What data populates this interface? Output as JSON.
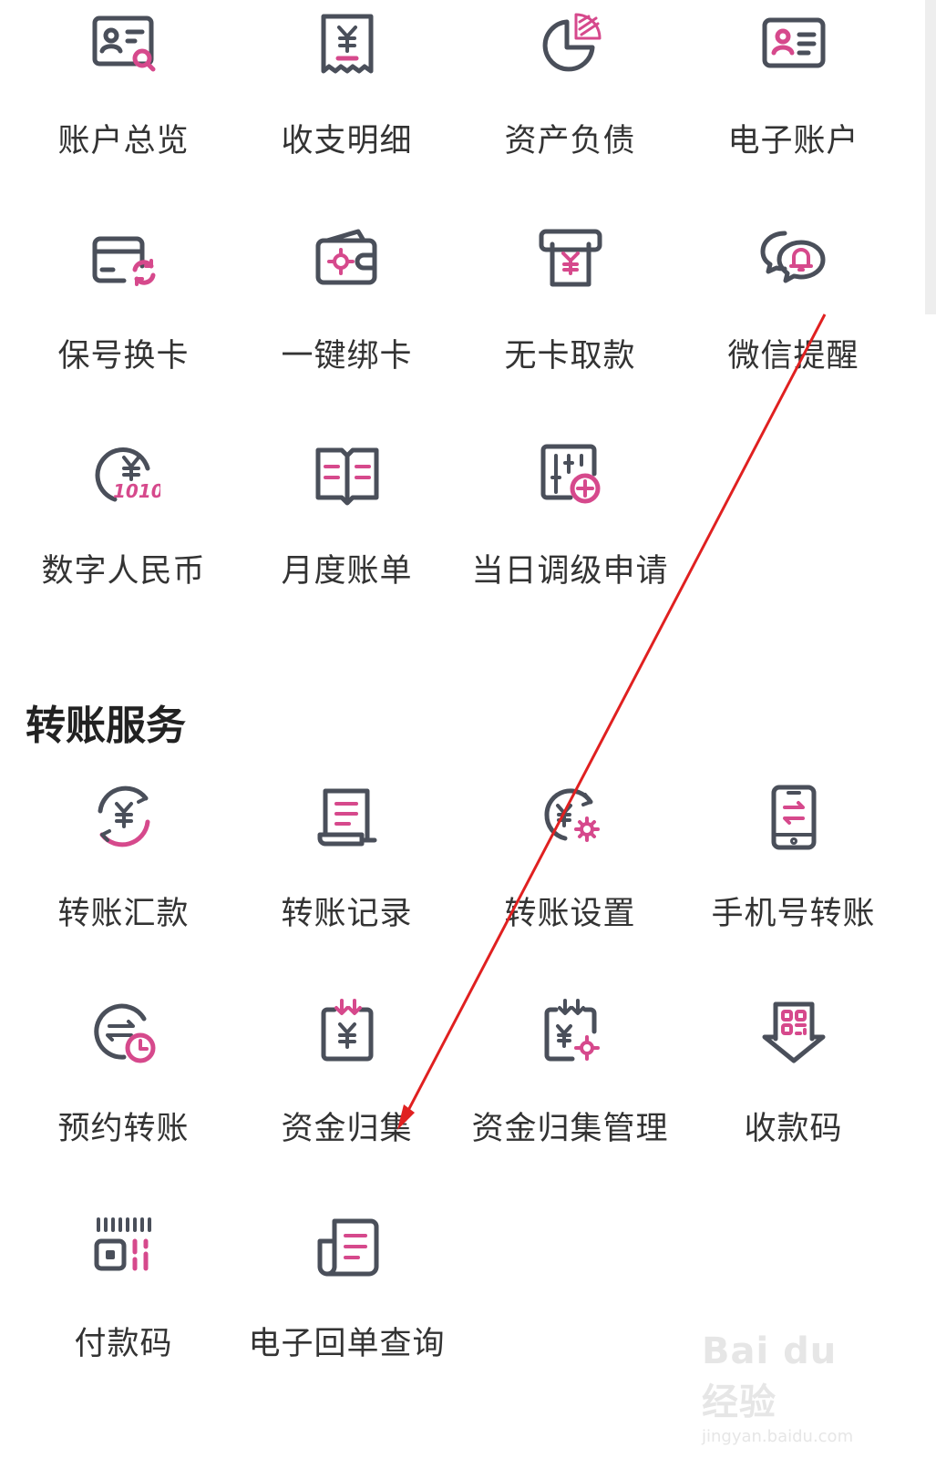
{
  "colors": {
    "icon_gray": "#4a4f5a",
    "icon_pink": "#d6498c",
    "annotation_red": "#e02020"
  },
  "account_services": [
    {
      "label": "账户总览",
      "icon": "account-overview-icon"
    },
    {
      "label": "收支明细",
      "icon": "receipt-detail-icon"
    },
    {
      "label": "资产负债",
      "icon": "pie-chart-icon"
    },
    {
      "label": "电子账户",
      "icon": "id-card-icon"
    },
    {
      "label": "保号换卡",
      "icon": "card-swap-icon"
    },
    {
      "label": "一键绑卡",
      "icon": "wallet-bind-icon"
    },
    {
      "label": "无卡取款",
      "icon": "cardless-withdraw-icon"
    },
    {
      "label": "微信提醒",
      "icon": "wechat-bell-icon"
    },
    {
      "label": "数字人民币",
      "icon": "digital-rmb-icon"
    },
    {
      "label": "月度账单",
      "icon": "monthly-bill-icon"
    },
    {
      "label": "当日调级申请",
      "icon": "level-adjust-icon"
    }
  ],
  "transfer_section": {
    "title": "转账服务",
    "items": [
      {
        "label": "转账汇款",
        "icon": "transfer-remit-icon"
      },
      {
        "label": "转账记录",
        "icon": "transfer-record-icon"
      },
      {
        "label": "转账设置",
        "icon": "transfer-settings-icon"
      },
      {
        "label": "手机号转账",
        "icon": "phone-transfer-icon"
      },
      {
        "label": "预约转账",
        "icon": "scheduled-transfer-icon"
      },
      {
        "label": "资金归集",
        "icon": "fund-collect-icon"
      },
      {
        "label": "资金归集管理",
        "icon": "fund-collect-manage-icon"
      },
      {
        "label": "收款码",
        "icon": "receive-qr-icon"
      },
      {
        "label": "付款码",
        "icon": "pay-code-icon"
      },
      {
        "label": "电子回单查询",
        "icon": "e-receipt-query-icon"
      }
    ]
  },
  "watermark": {
    "logo": "Bai du 经验",
    "url": "jingyan.baidu.com"
  }
}
